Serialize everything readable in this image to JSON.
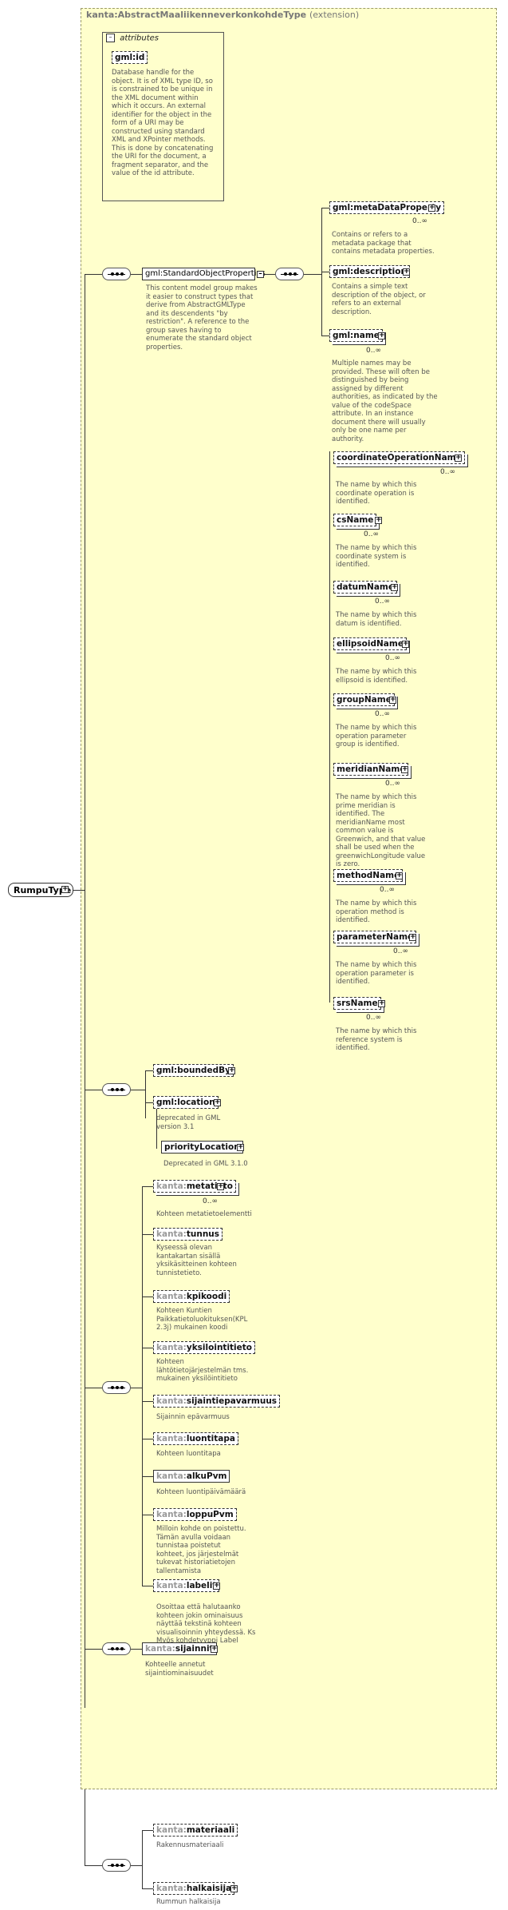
{
  "extension": {
    "name": "kanta:AbstractMaaliikenneverkonkohdeType",
    "suffix": "(extension)"
  },
  "attributes": {
    "title": "attributes",
    "toggle": "–",
    "gmlid": {
      "name": "gml:id",
      "desc": "Database handle for the object.  It is of XML type ID, so is constrained to be unique in the XML document within which it occurs.  An external identifier for the object in the form of a URI may be constructed using standard XML and XPointer methods.  This is done by concatenating the URI for the document, a fragment separator, and the value of the id attribute."
    }
  },
  "root": {
    "name": "RumpuType"
  },
  "group": {
    "name": "gml:StandardObjectProperties",
    "desc": "This content model group makes it easier to construct types that derive from AbstractGMLType and its descendents \"by restriction\".   A reference to the group saves having to enumerate the standard object properties."
  },
  "std_elements": [
    {
      "name": "gml:metaDataProperty",
      "occ": "0..∞",
      "desc": "Contains or refers to a metadata package that contains metadata properties."
    },
    {
      "name": "gml:description",
      "occ": "",
      "desc": "Contains a simple text description of the object, or refers to an external description."
    },
    {
      "name": "gml:name",
      "occ": "0..∞",
      "desc": "Multiple names may be provided.  These will often be distinguished by being assigned by different authorities, as indicated by the value of the codeSpace attribute.  In an instance document there will usually only be one name per authority."
    }
  ],
  "name_variants": [
    {
      "name": "coordinateOperationName",
      "occ": "0..∞",
      "desc": "The name by which this coordinate operation is identified."
    },
    {
      "name": "csName",
      "occ": "0..∞",
      "desc": "The name by which this coordinate system is identified."
    },
    {
      "name": "datumName",
      "occ": "0..∞",
      "desc": "The name by which this datum is identified."
    },
    {
      "name": "ellipsoidName",
      "occ": "0..∞",
      "desc": "The name by which this ellipsoid is identified."
    },
    {
      "name": "groupName",
      "occ": "0..∞",
      "desc": "The name by which this operation parameter group is identified."
    },
    {
      "name": "meridianName",
      "occ": "0..∞",
      "desc": "The name by which this prime meridian is identified. The meridianName most common value is Greenwich, and that value shall be used when the greenwichLongitude value is zero."
    },
    {
      "name": "methodName",
      "occ": "0..∞",
      "desc": "The name by which this operation method is identified."
    },
    {
      "name": "parameterName",
      "occ": "0..∞",
      "desc": "The name by which this operation parameter is identified."
    },
    {
      "name": "srsName",
      "occ": "0..∞",
      "desc": "The name by which this reference system is identified."
    }
  ],
  "gml_loc": {
    "boundedBy": {
      "name": "gml:boundedBy"
    },
    "location": {
      "name": "gml:location",
      "desc": "deprecated in GML version 3.1"
    },
    "priority": {
      "name": "priorityLocation",
      "desc": "Deprecated in GML 3.1.0"
    }
  },
  "kanta_elements": [
    {
      "ns": "kanta:",
      "name": "metatieto",
      "occ": "0..∞",
      "desc": "Kohteen metatietoelementti"
    },
    {
      "ns": "kanta:",
      "name": "tunnus",
      "occ": "",
      "desc": "Kyseessä olevan kantakartan sisällä yksikäsitteinen kohteen tunnistetieto."
    },
    {
      "ns": "kanta:",
      "name": "kpikoodi",
      "occ": "",
      "desc": "Kohteen Kuntien Paikkatietoluokituksen(KPL 2.3j) mukainen koodi"
    },
    {
      "ns": "kanta:",
      "name": "yksilointitieto",
      "occ": "",
      "desc": "Kohteen lähtötietojärjestelmän  tms. mukainen yksilöintitieto"
    },
    {
      "ns": "kanta:",
      "name": "sijaintiepavarmuus",
      "occ": "",
      "desc": "Sijainnin epävarmuus"
    },
    {
      "ns": "kanta:",
      "name": "luontitapa",
      "occ": "",
      "desc": "Kohteen luontitapa"
    },
    {
      "ns": "kanta:",
      "name": "alkuPvm",
      "occ": "",
      "desc": "Kohteen luontipäivämäärä"
    },
    {
      "ns": "kanta:",
      "name": "loppuPvm",
      "occ": "",
      "desc": "Milloin kohde on poistettu. Tämän avulla voidaan tunnistaa poistetut kohteet, jos järjestelmät tukevat historiatietojen tallentamista"
    },
    {
      "ns": "kanta:",
      "name": "labelit",
      "occ": "",
      "desc": "Osoittaa että halutaanko kohteen jokin ominaisuus näyttää tekstinä kohteen visualisoinnin yhteydessä.  Ks Myös kohdetyyppi Label dokumentaatio"
    }
  ],
  "sijainnit": {
    "ns": "kanta:",
    "name": "sijainnit",
    "desc": "Kohteelle annetut sijaintiominaisuudet"
  },
  "own_elements": [
    {
      "ns": "kanta:",
      "name": "materiaali",
      "desc": "Rakennusmateriaali"
    },
    {
      "ns": "kanta:",
      "name": "halkaisija",
      "desc": "Rummun halkaisija"
    }
  ]
}
